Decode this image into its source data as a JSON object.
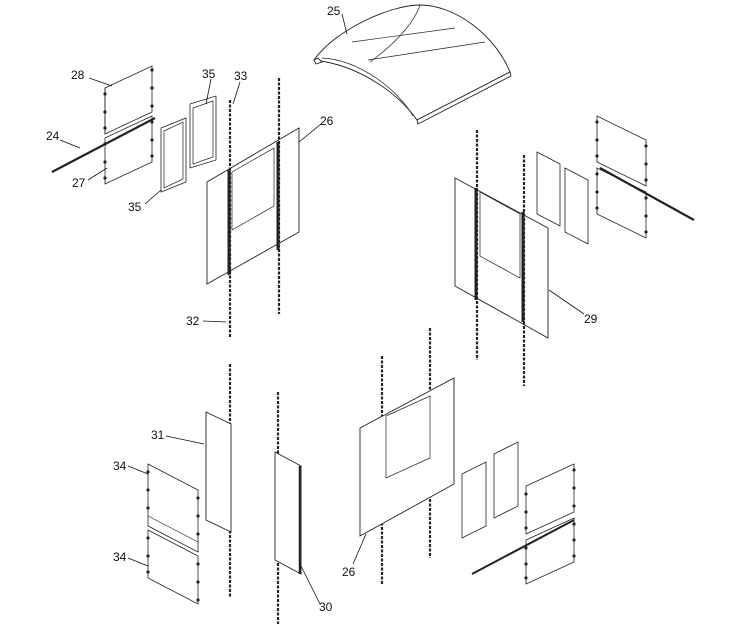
{
  "callouts": {
    "c24": "24",
    "c25": "25",
    "c26a": "26",
    "c26b": "26",
    "c27": "27",
    "c28": "28",
    "c29": "29",
    "c30": "30",
    "c31": "31",
    "c32": "32",
    "c33": "33",
    "c34a": "34",
    "c34b": "34",
    "c35a": "35",
    "c35b": "35"
  }
}
